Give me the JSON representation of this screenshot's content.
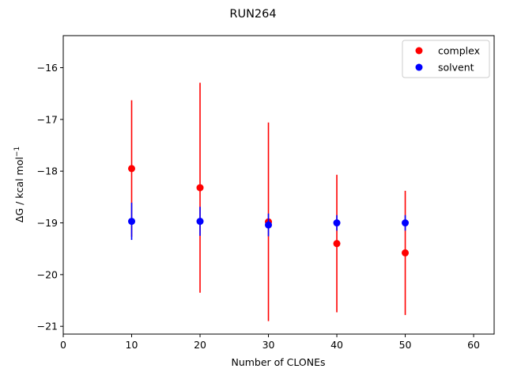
{
  "chart_data": {
    "type": "scatter",
    "title": "RUN264",
    "xlabel": "Number of CLONEs",
    "ylabel_main": "ΔG / kcal mol",
    "ylabel_sup": "−1",
    "xlim": [
      0,
      63
    ],
    "ylim": [
      -21.15,
      -15.38
    ],
    "xticks": [
      0,
      10,
      20,
      30,
      40,
      50,
      60
    ],
    "yticks": [
      -21,
      -20,
      -19,
      -18,
      -17,
      -16
    ],
    "xtick_labels": [
      "0",
      "10",
      "20",
      "30",
      "40",
      "50",
      "60"
    ],
    "ytick_labels": [
      "−21",
      "−20",
      "−19",
      "−18",
      "−17",
      "−16"
    ],
    "grid": false,
    "legend_position": "top-right",
    "series": [
      {
        "name": "complex",
        "color": "#ff0000",
        "x": [
          10,
          20,
          30,
          40,
          50
        ],
        "y": [
          -17.95,
          -18.32,
          -18.98,
          -19.4,
          -19.58
        ],
        "err": [
          1.32,
          2.03,
          1.92,
          1.33,
          1.2
        ]
      },
      {
        "name": "solvent",
        "color": "#0000ff",
        "x": [
          10,
          20,
          30,
          40,
          50
        ],
        "y": [
          -18.97,
          -18.97,
          -19.04,
          -19.0,
          -19.0
        ],
        "err": [
          0.36,
          0.28,
          0.22,
          0.15,
          0.15
        ]
      }
    ]
  }
}
